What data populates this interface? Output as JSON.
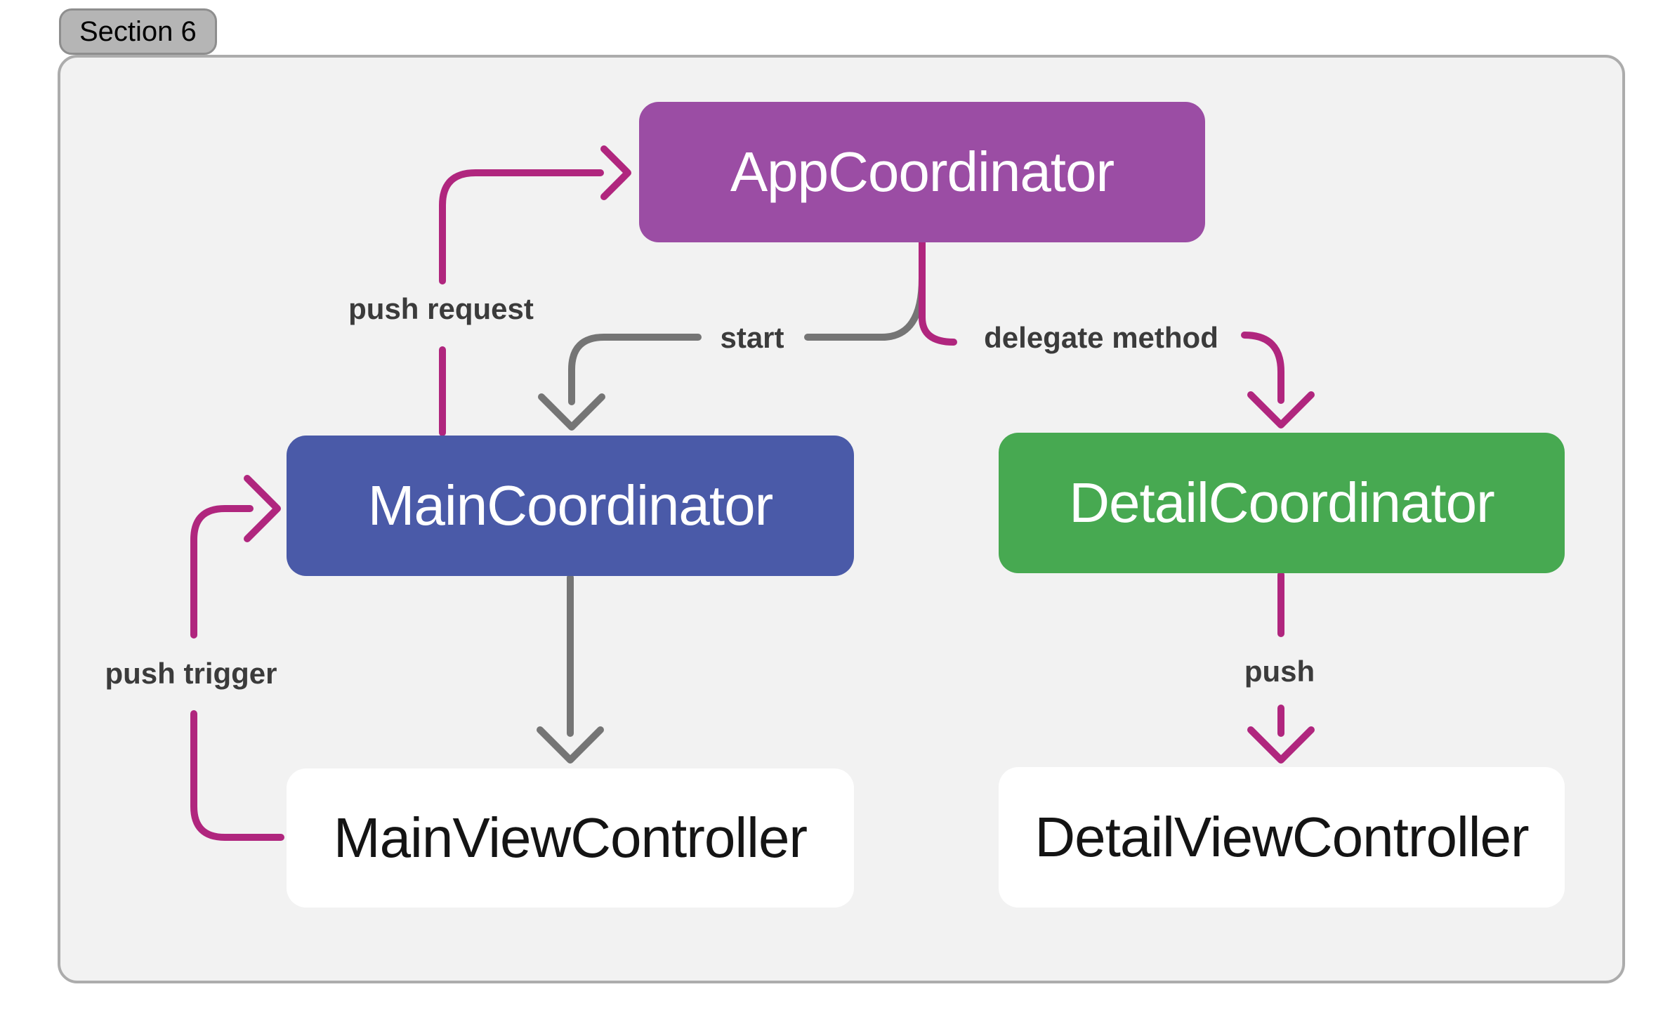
{
  "section_badge": "Section 6",
  "palette": {
    "page_background": "#ffffff",
    "board_background": "#f2f2f2",
    "board_border": "#acacac",
    "badge_background": "#b5b5b5",
    "badge_border": "#8e8e8e",
    "app_coordinator_fill": "#9b4da4",
    "main_coordinator_fill": "#4a5aa8",
    "detail_coordinator_fill": "#47a951",
    "view_controller_fill": "#ffffff",
    "node_text_light": "#ffffff",
    "node_text_dark": "#141414",
    "edge_magenta": "#b0267e",
    "edge_gray": "#757575",
    "edge_label_text": "#3b3b3b"
  },
  "nodes": {
    "app": {
      "label": "AppCoordinator",
      "fill": "#9b4da4",
      "text_color": "#ffffff"
    },
    "main": {
      "label": "MainCoordinator",
      "fill": "#4a5aa8",
      "text_color": "#ffffff"
    },
    "detail": {
      "label": "DetailCoordinator",
      "fill": "#47a951",
      "text_color": "#ffffff"
    },
    "main_vc": {
      "label": "MainViewController",
      "fill": "#ffffff",
      "text_color": "#141414"
    },
    "detail_vc": {
      "label": "DetailViewController",
      "fill": "#ffffff",
      "text_color": "#141414"
    }
  },
  "edges": {
    "push_request": {
      "label": "push request",
      "color": "#b0267e",
      "from": "MainCoordinator",
      "to": "AppCoordinator"
    },
    "start": {
      "label": "start",
      "color": "#757575",
      "from": "AppCoordinator",
      "to": "MainCoordinator"
    },
    "delegate_method": {
      "label": "delegate method",
      "color": "#b0267e",
      "from": "AppCoordinator",
      "to": "DetailCoordinator"
    },
    "main_show": {
      "label": "",
      "color": "#757575",
      "from": "MainCoordinator",
      "to": "MainViewController"
    },
    "push_trigger": {
      "label": "push trigger",
      "color": "#b0267e",
      "from": "MainViewController",
      "to": "MainCoordinator"
    },
    "push": {
      "label": "push",
      "color": "#b0267e",
      "from": "DetailCoordinator",
      "to": "DetailViewController"
    }
  }
}
